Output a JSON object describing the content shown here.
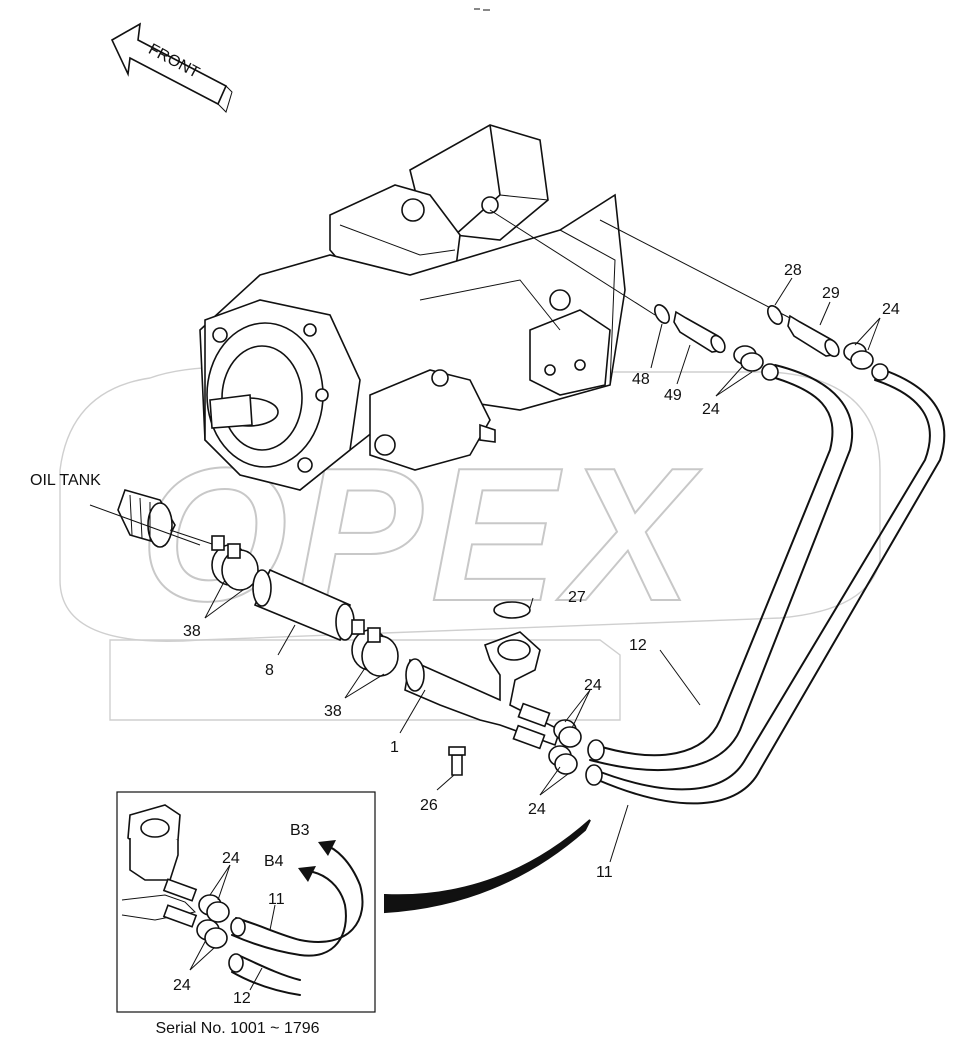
{
  "front_label": "FRONT",
  "oil_tank_label": "OIL TANK",
  "watermark": "OPEX",
  "serial_text": "Serial No. 1001 ~ 1796",
  "callouts": {
    "c28": "28",
    "c29": "29",
    "c24a": "24",
    "c48": "48",
    "c49": "49",
    "c24b": "24",
    "c27": "27",
    "c12": "12",
    "c38a": "38",
    "c8": "8",
    "c38b": "38",
    "c24c": "24",
    "c1": "1",
    "c26": "26",
    "c24d": "24",
    "c11": "11"
  },
  "inset": {
    "b3": "B3",
    "b4": "B4",
    "c24top": "24",
    "c11": "11",
    "c24bot": "24",
    "c12": "12"
  }
}
